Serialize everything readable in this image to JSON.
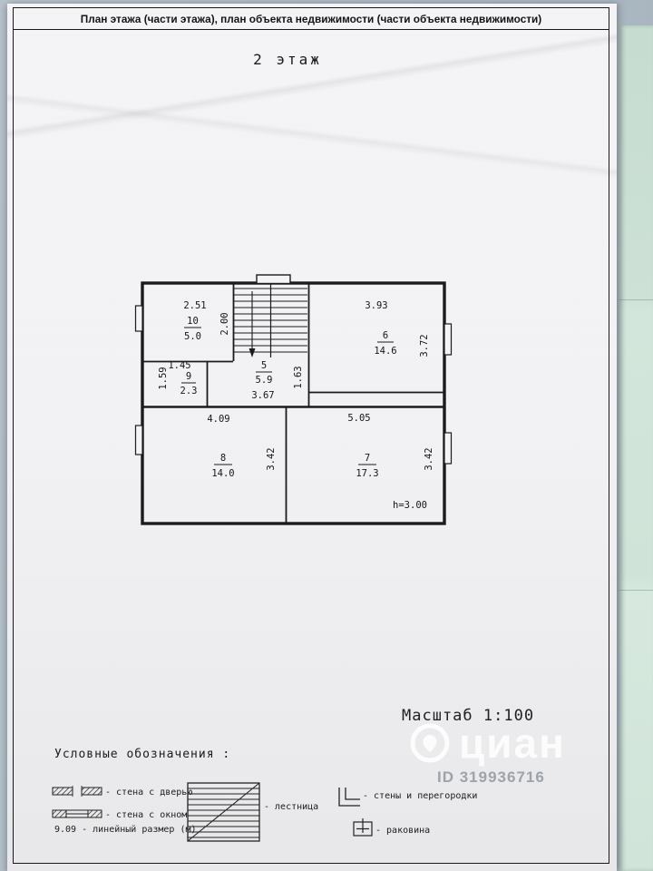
{
  "document": {
    "header_title": "План этажа (части этажа), план объекта недвижимости (части объекта недвижимости)",
    "floor_title": "2 этаж",
    "scale_label": "Масштаб 1:100"
  },
  "plan": {
    "rooms": [
      {
        "number": "10",
        "area": "5.0",
        "width_m": "2.51",
        "height_m": "2.00"
      },
      {
        "number": "9",
        "area": "2.3",
        "width_m": "1.45",
        "height_m": "1.59"
      },
      {
        "number": "5",
        "area": "5.9",
        "width_m": "3.67",
        "height_m": "1.63"
      },
      {
        "number": "6",
        "area": "14.6",
        "width_m": "3.93",
        "height_m": "3.72"
      },
      {
        "number": "8",
        "area": "14.0",
        "width_m": "4.09",
        "height_m": "3.42"
      },
      {
        "number": "7",
        "area": "17.3",
        "width_m": "5.05",
        "height_m": "3.42"
      }
    ],
    "ceiling_height": "h=3.00"
  },
  "legend": {
    "title": "Условные обозначения :",
    "wall_door": "- стена с дверью",
    "wall_window": "- стена с окном",
    "linear_size": "9.09 - линейный размер (м)",
    "stairs": "- лестница",
    "partitions": "- стены и перегородки",
    "sink": "- раковина"
  },
  "watermark": {
    "brand": "циан",
    "id": "ID 319936716"
  }
}
